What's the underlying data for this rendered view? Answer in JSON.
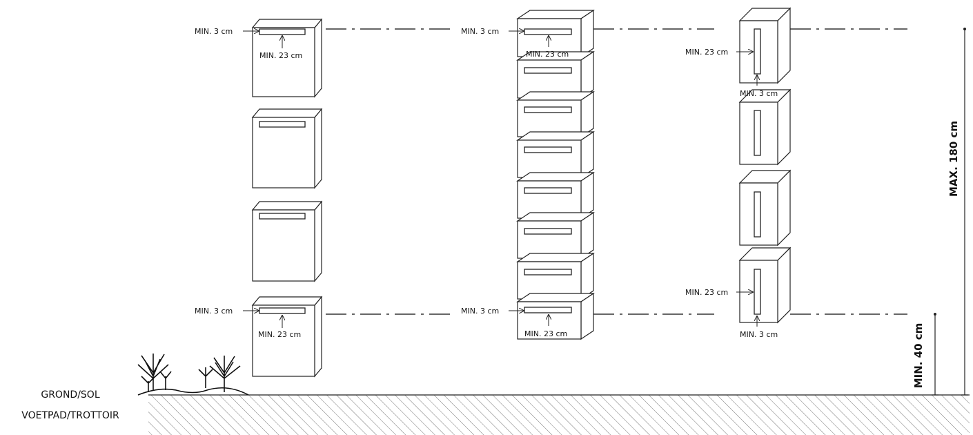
{
  "ground": {
    "label_line1": "GROND/SOL",
    "label_line2": "VOETPAD/TROTTOIR"
  },
  "dimensions": {
    "max_height": "MAX. 180 cm",
    "min_height": "MIN. 40 cm"
  },
  "annotations": {
    "min_3": "MIN. 3 cm",
    "min_23": "MIN. 23 cm"
  }
}
